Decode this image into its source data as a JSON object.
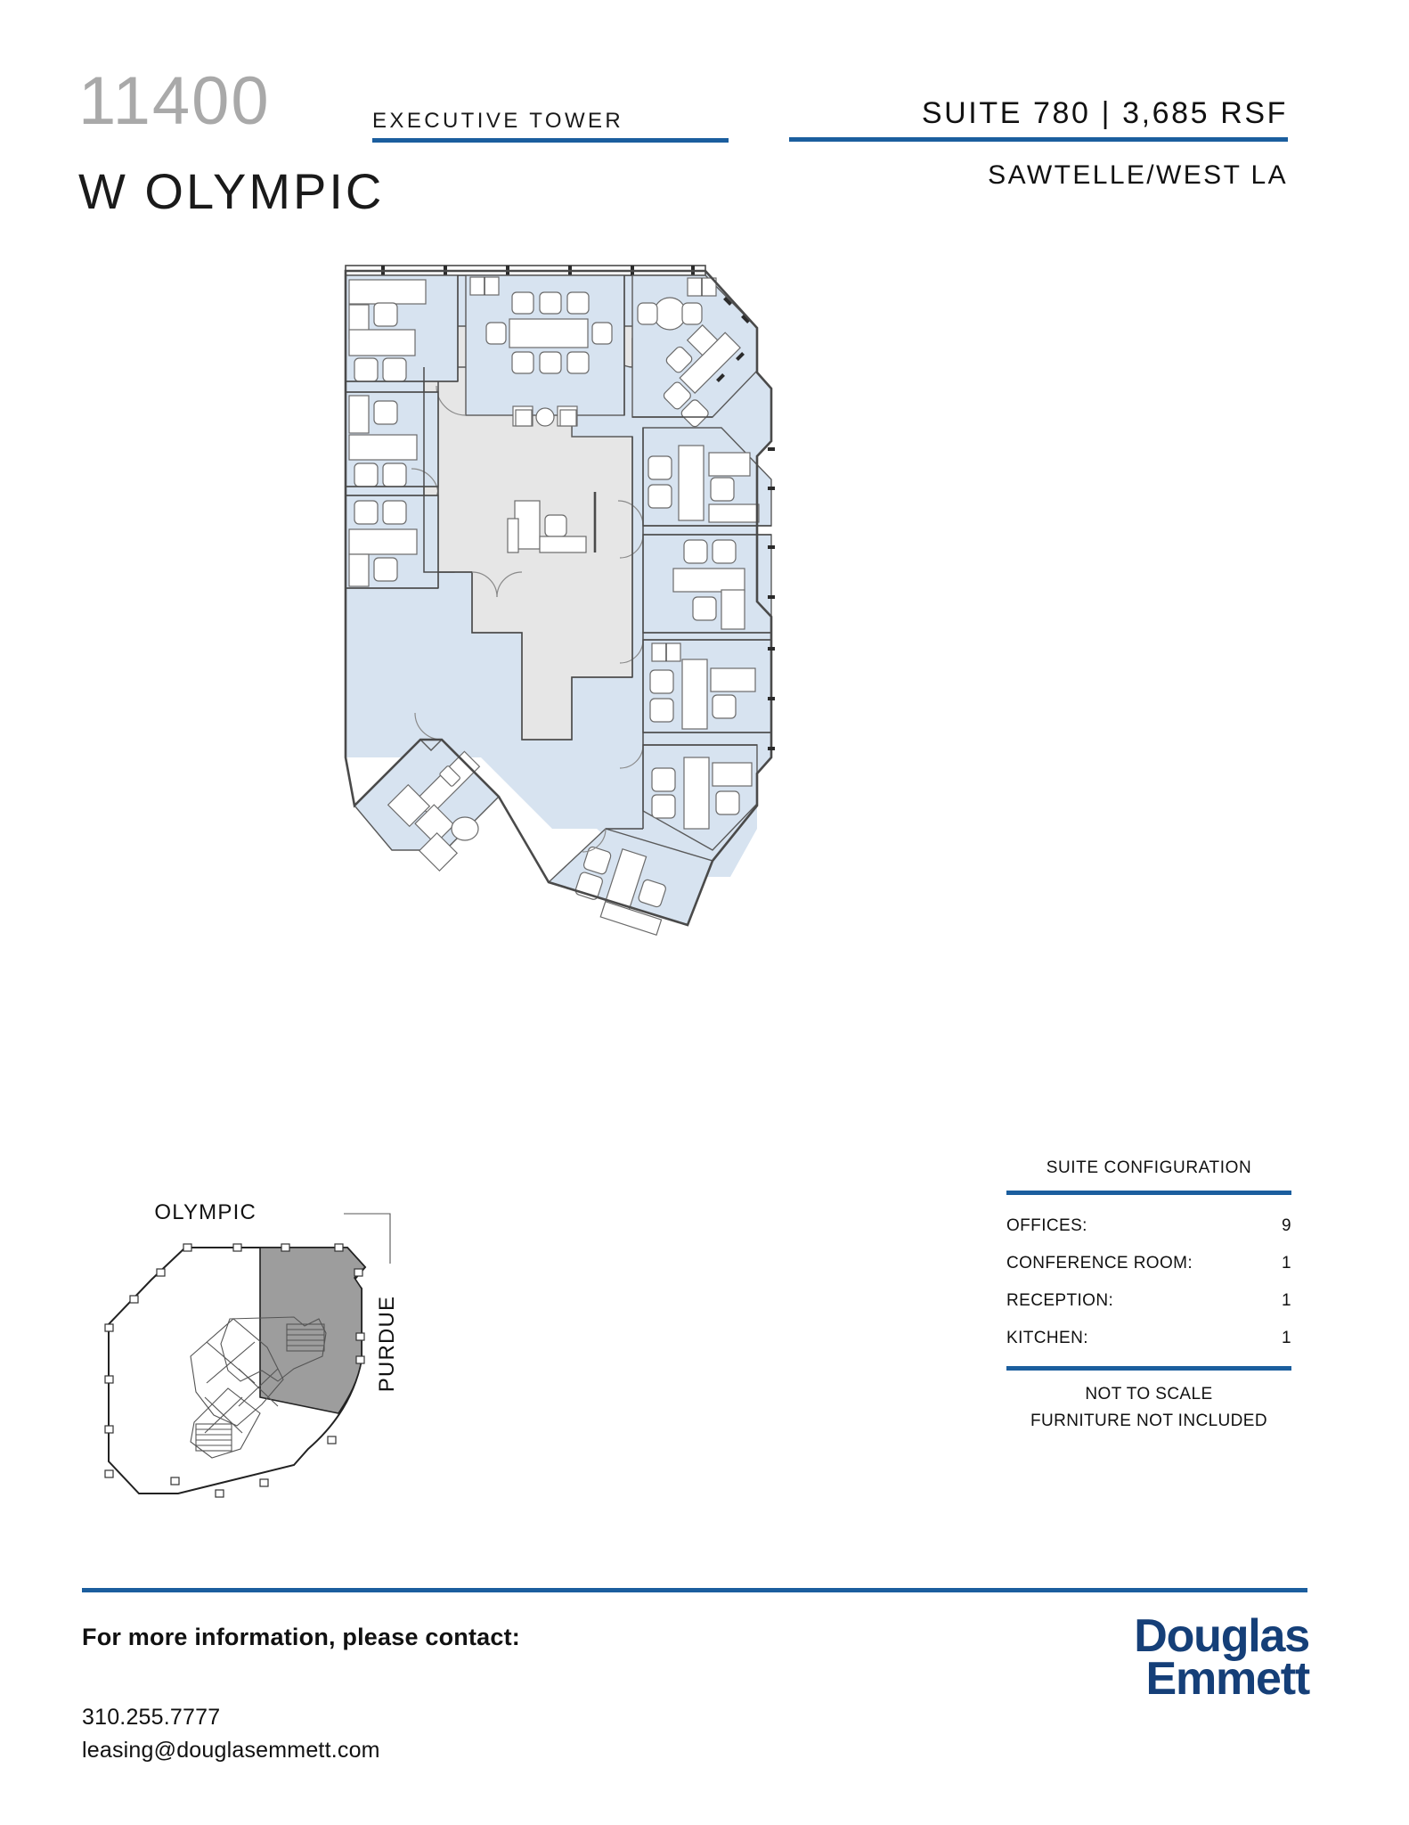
{
  "header": {
    "building_number": "11400",
    "building_street": "W OLYMPIC",
    "tower_name": "EXECUTIVE TOWER",
    "suite_line": "SUITE 780  |  3,685 RSF",
    "submarket": "SAWTELLE/WEST LA"
  },
  "floorplan": {
    "title": "suite-780-floor-plan",
    "office_fill": "#d7e3f0",
    "corridor_fill": "#e6e6e6",
    "wall_stroke": "#555555",
    "furniture_stroke": "#666666"
  },
  "keyplan": {
    "street_top_label": "OLYMPIC",
    "street_right_label": "PURDUE",
    "highlight_fill": "#9d9d9d",
    "outline_stroke": "#222222"
  },
  "suite_configuration": {
    "title": "SUITE CONFIGURATION",
    "rows": [
      {
        "label": "OFFICES:",
        "value": "9"
      },
      {
        "label": "CONFERENCE ROOM:",
        "value": "1"
      },
      {
        "label": "RECEPTION:",
        "value": "1"
      },
      {
        "label": "KITCHEN:",
        "value": "1"
      }
    ],
    "notes": [
      "NOT TO SCALE",
      "FURNITURE NOT INCLUDED"
    ]
  },
  "footer": {
    "contact_heading": "For more information, please contact:",
    "phone": "310.255.7777",
    "email": "leasing@douglasemmett.com",
    "logo_line1": "Douglas",
    "logo_line2": "Emmett",
    "accent_color": "#1b5e9e",
    "logo_color": "#153f78"
  }
}
